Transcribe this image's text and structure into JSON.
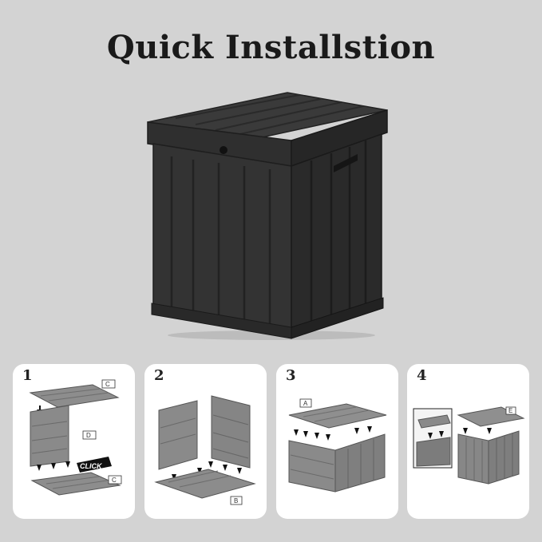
{
  "title": "Quick Installstion",
  "steps": [
    {
      "number": "1",
      "labels": [
        "C",
        "D",
        "C"
      ],
      "click_text": "CLICK"
    },
    {
      "number": "2",
      "labels": [
        "B"
      ]
    },
    {
      "number": "3",
      "labels": [
        "A"
      ]
    },
    {
      "number": "4",
      "labels": [
        "E"
      ]
    }
  ]
}
